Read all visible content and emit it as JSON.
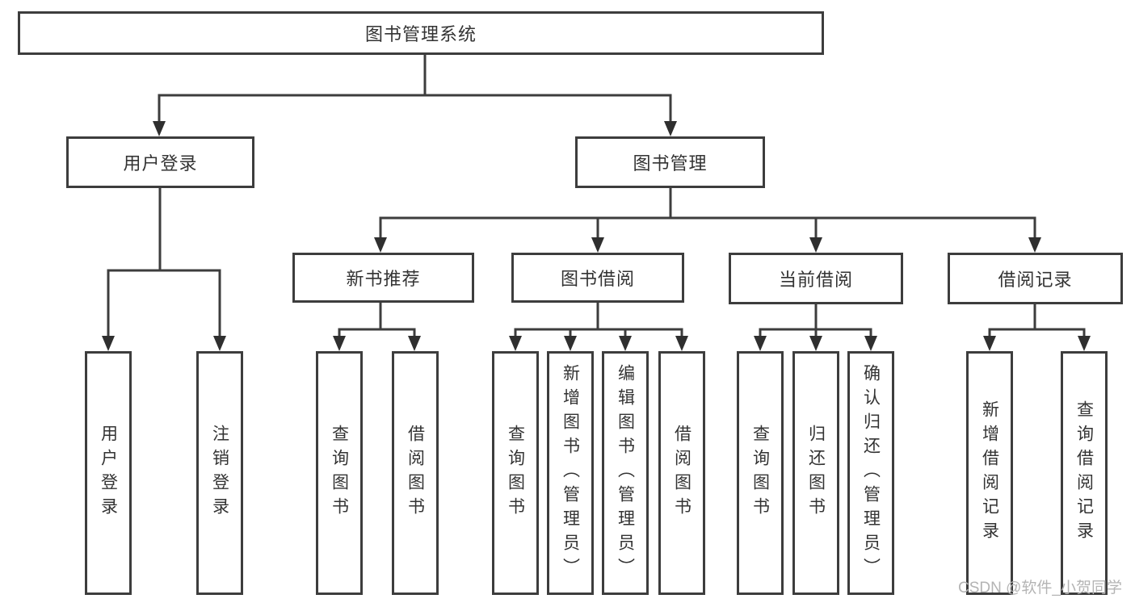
{
  "title": "图书管理系统",
  "watermark": "CSDN @软件_小贺同学",
  "colors": {
    "line": "#3d3d3d",
    "text": "#333333",
    "box_background": "#ffffff",
    "watermark": "#b4b4b4",
    "page_background": "#ffffff"
  },
  "tree": {
    "root": {
      "label": "图书管理系统"
    },
    "branches": [
      {
        "label": "用户登录",
        "children": [
          {
            "label": "用户登录"
          },
          {
            "label": "注销登录"
          }
        ]
      },
      {
        "label": "图书管理",
        "children": [
          {
            "label": "新书推荐",
            "children": [
              {
                "label": "查询图书"
              },
              {
                "label": "借阅图书"
              }
            ]
          },
          {
            "label": "图书借阅",
            "children": [
              {
                "label": "查询图书"
              },
              {
                "label": "新增图书（管理员）"
              },
              {
                "label": "编辑图书（管理员）"
              },
              {
                "label": "借阅图书"
              }
            ]
          },
          {
            "label": "当前借阅",
            "children": [
              {
                "label": "查询图书"
              },
              {
                "label": "归还图书"
              },
              {
                "label": "确认归还（管理员）"
              }
            ]
          },
          {
            "label": "借阅记录",
            "children": [
              {
                "label": "新增借阅记录"
              },
              {
                "label": "查询借阅记录"
              }
            ]
          }
        ]
      }
    ]
  }
}
